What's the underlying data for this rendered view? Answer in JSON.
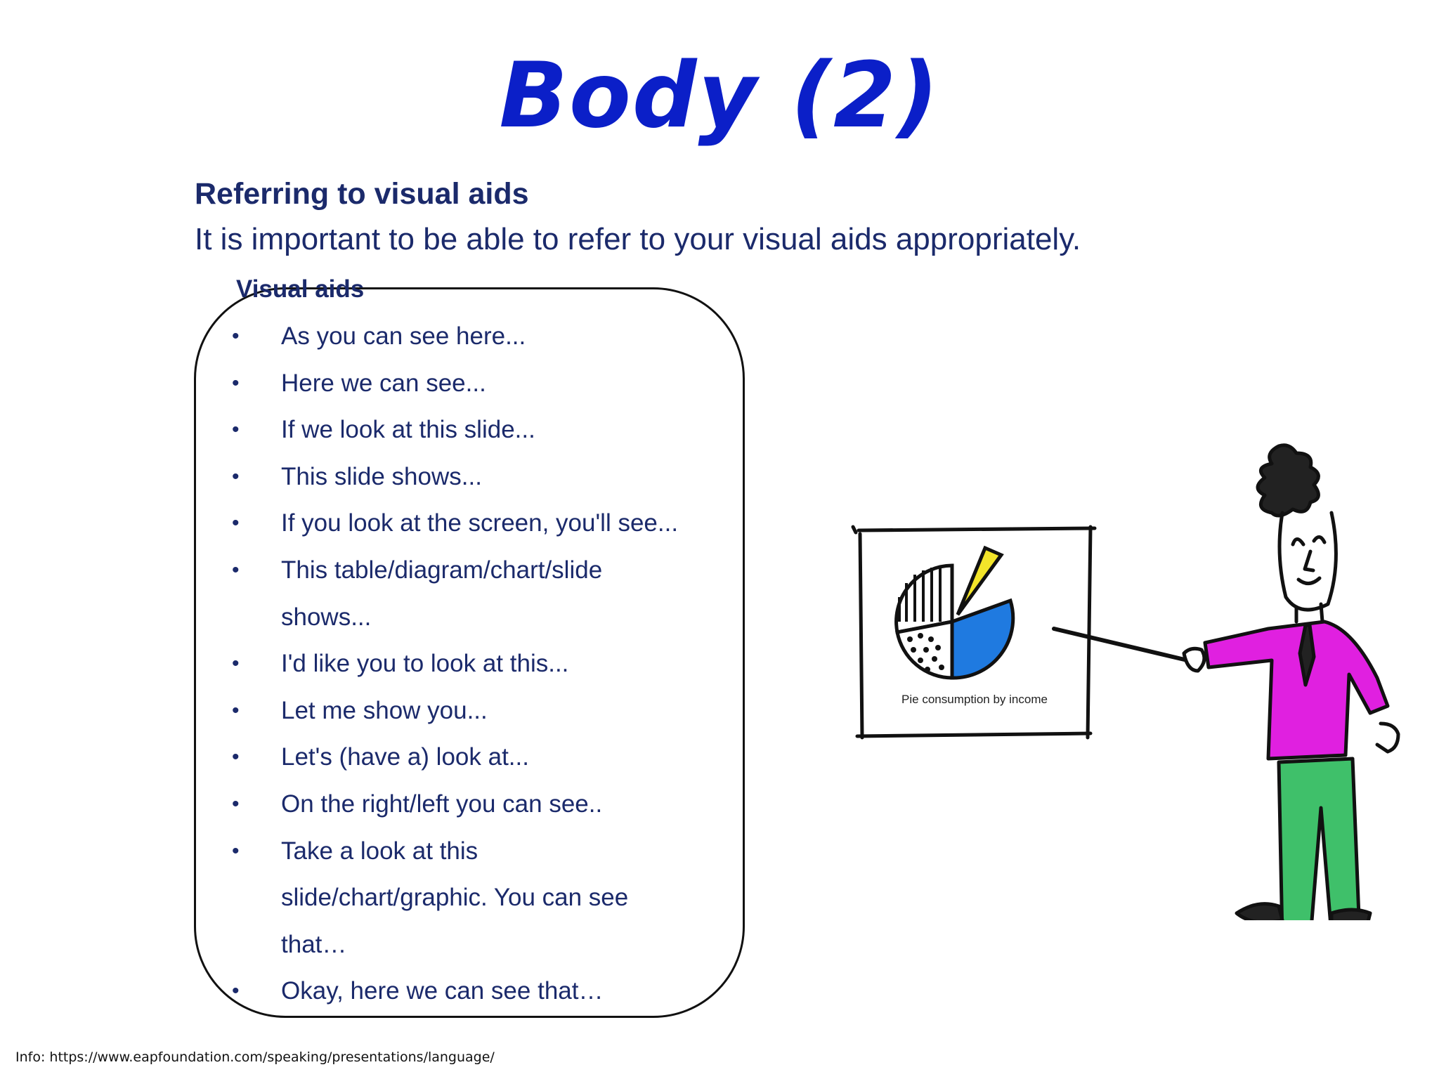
{
  "slide": {
    "title": "Body (2)",
    "heading": "Referring to visual aids",
    "intro": "It is important to be able to refer to your visual aids appropriately.",
    "box_label": "Visual aids",
    "phrases": [
      "As you can see here...",
      "Here we can see...",
      "If we look at this slide...",
      "This slide shows...",
      "If you look at the screen, you'll see...",
      "This table/diagram/chart/slide shows...",
      "I'd like you to look at this...",
      "Let me show you...",
      "Let's (have a) look at...",
      "On the right/left you can see..",
      "Take a look at this slide/chart/graphic. You can see that…",
      "Okay, here we can see that…"
    ],
    "bullet": "•"
  },
  "illustration": {
    "board_caption": "Pie consumption by income",
    "colors": {
      "shirt": "#e020e0",
      "trousers": "#3fc06a",
      "pie_blue": "#1f7ae0",
      "pie_yellow": "#f3e52a",
      "ink": "#111111"
    }
  },
  "footer": {
    "info": "Info: https://www.eapfoundation.com/speaking/presentations/language/"
  },
  "colors": {
    "title": "#0b1fc8",
    "body_text": "#1b2a6b"
  }
}
